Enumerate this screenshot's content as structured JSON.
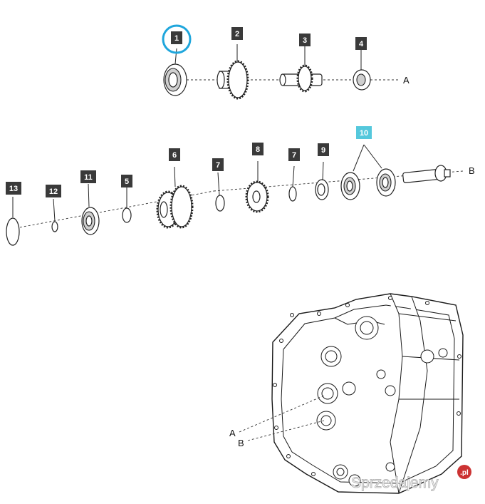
{
  "callouts": [
    {
      "id": "c1",
      "label": "1",
      "highlight": "circle"
    },
    {
      "id": "c2",
      "label": "2"
    },
    {
      "id": "c3",
      "label": "3"
    },
    {
      "id": "c4",
      "label": "4"
    },
    {
      "id": "c6",
      "label": "6"
    },
    {
      "id": "c7a",
      "label": "7"
    },
    {
      "id": "c8",
      "label": "8"
    },
    {
      "id": "c7b",
      "label": "7"
    },
    {
      "id": "c9",
      "label": "9"
    },
    {
      "id": "c10",
      "label": "10",
      "highlight": "cyan"
    },
    {
      "id": "c13",
      "label": "13"
    },
    {
      "id": "c12",
      "label": "12"
    },
    {
      "id": "c11",
      "label": "11"
    },
    {
      "id": "c5",
      "label": "5"
    }
  ],
  "axis_labels": {
    "a1": "A",
    "b1": "B",
    "a2": "A",
    "b2": "B"
  },
  "watermark": {
    "text": "Sprzedajemy",
    "domain": ".pl"
  },
  "colors": {
    "tag_bg": "#3a3a3a",
    "tag_highlight_bg": "#55c8dc",
    "circle_highlight": "#1fa6dc",
    "watermark_badge": "#cc3333"
  }
}
